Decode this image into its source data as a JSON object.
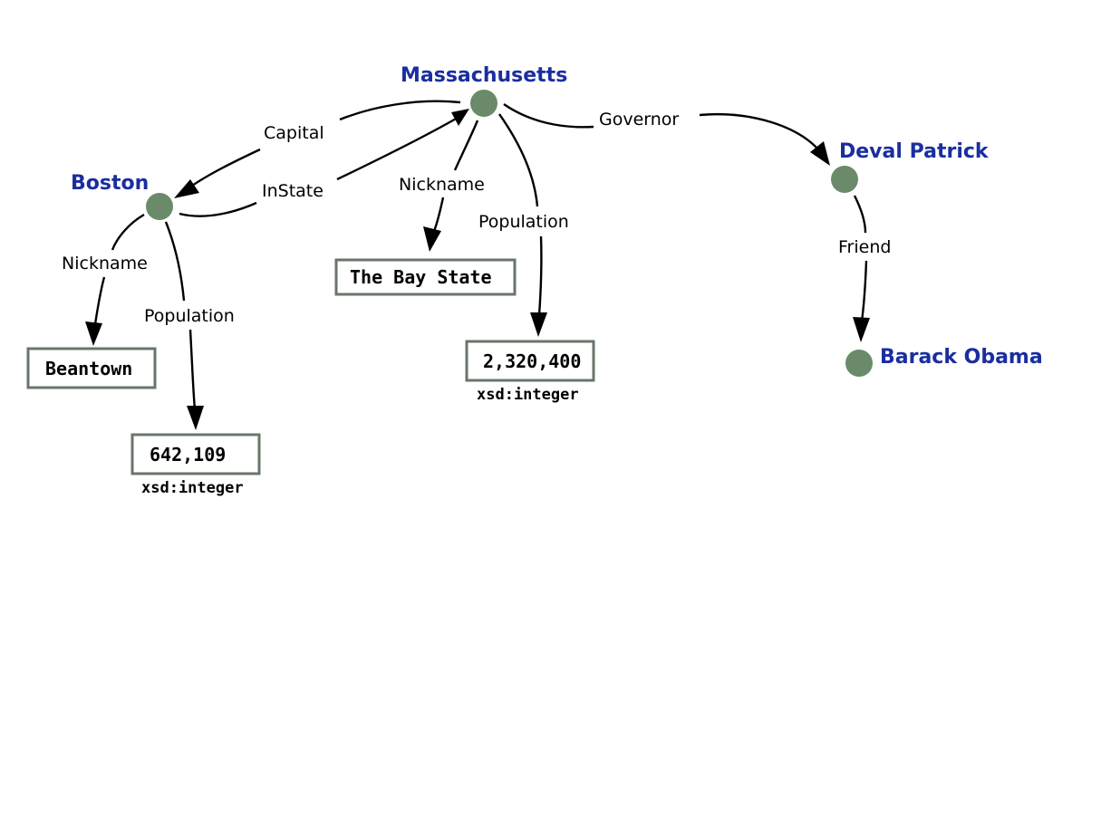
{
  "colors": {
    "node": "#6a8a6a",
    "node_label": "#1a2ea0",
    "literal_border": "#6a756a",
    "edge": "#000000"
  },
  "nodes": {
    "massachusetts": "Massachusetts",
    "boston": "Boston",
    "deval_patrick": "Deval Patrick",
    "barack_obama": "Barack Obama"
  },
  "literals": {
    "beantown": "Beantown",
    "bay_state": "The Bay State",
    "boston_population": "642,109",
    "boston_population_type": "xsd:integer",
    "ma_population": "2,320,400",
    "ma_population_type": "xsd:integer"
  },
  "edges": {
    "capital": "Capital",
    "instate": "InState",
    "ma_nickname": "Nickname",
    "ma_population": "Population",
    "governor": "Governor",
    "boston_nickname": "Nickname",
    "boston_population": "Population",
    "friend": "Friend"
  }
}
